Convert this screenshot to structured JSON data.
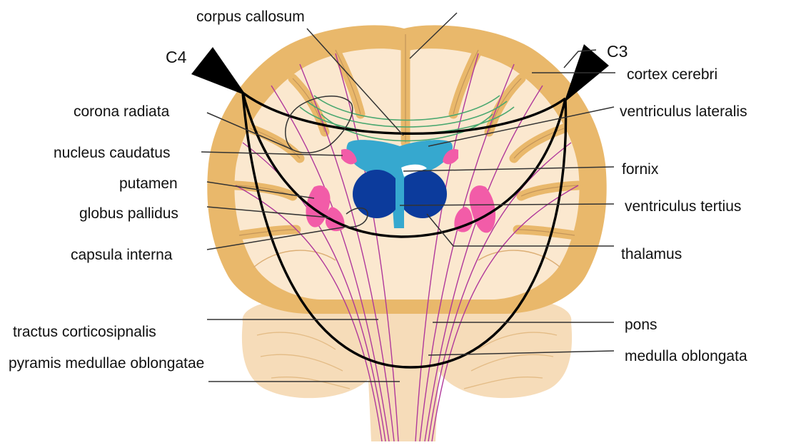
{
  "figure": {
    "labels": {
      "corpus_callosum": "corpus callosum",
      "c4": "C4",
      "c3": "C3",
      "cortex_cerebri": "cortex cerebri",
      "corona_radiata": "corona radiata",
      "ventriculus_lateralis": "ventriculus lateralis",
      "nucleus_caudatus": "nucleus caudatus",
      "fornix": "fornix",
      "putamen": "putamen",
      "ventriculus_tertius": "ventriculus tertius",
      "globus_pallidus": "globus pallidus",
      "capsula_interna": "capsula interna",
      "thalamus": "thalamus",
      "tractus_corticospinalis": "tractus corticosipnalis",
      "pons": "pons",
      "pyramis": "pyramis medullae oblongatae",
      "medulla_oblongata": "medulla oblongata"
    },
    "colors": {
      "cortex": "#e9b86b",
      "white_matter": "#fbe8cf",
      "brainstem": "#f6dcb9",
      "basal_ganglia": "#f25ca8",
      "ventricle": "#36a8cf",
      "thalamus": "#0c3b9c",
      "fibers": "#b0389b",
      "commissure": "#4aa870",
      "electrode_path": "#000000",
      "leader": "#333333"
    }
  }
}
